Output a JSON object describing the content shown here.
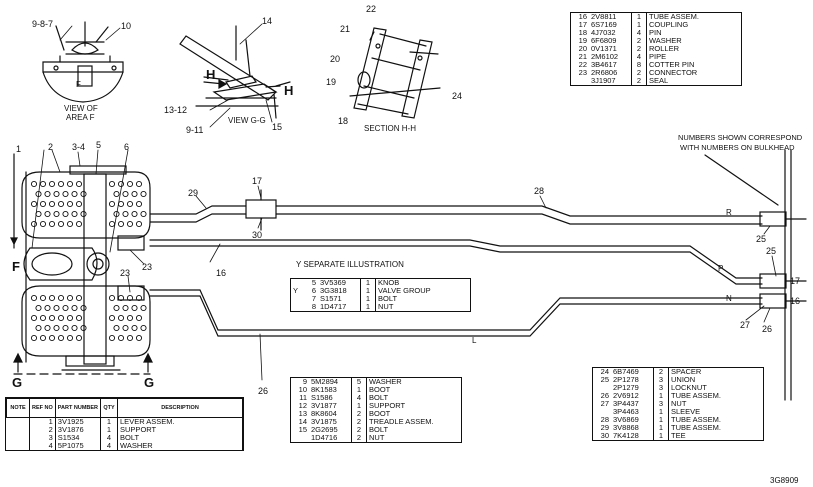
{
  "callouts": {
    "c987": "9-8-7",
    "c10": "10",
    "c14": "14",
    "c22": "22",
    "c21": "21",
    "c20": "20",
    "c19": "19",
    "c18": "18",
    "c24": "24",
    "c1312": "13-12",
    "c911": "9-11",
    "c15": "15",
    "c1": "1",
    "c2": "2",
    "c34": "3-4",
    "c5": "5",
    "c6": "6",
    "c29": "29",
    "c17a": "17",
    "c30": "30",
    "c28": "28",
    "c16a": "16",
    "c23a": "23",
    "c23b": "23",
    "c26": "26",
    "c25a": "25",
    "c25b": "25",
    "c17b": "17",
    "c16b": "16",
    "c27": "27",
    "c26b": "26"
  },
  "view_labels": {
    "view_of": "VIEW OF",
    "area_f": "AREA F",
    "view_gg": "VIEW G-G",
    "section_hh": "SECTION H-H",
    "h_left": "H",
    "h_right": "H",
    "f_letter": "F",
    "f_small": "F",
    "g_left": "G",
    "g_right": "G"
  },
  "line_letters": {
    "r": "R",
    "p": "P",
    "n": "N",
    "l": "L"
  },
  "note_bulkhead": {
    "line1": "NUMBERS SHOWN CORRESPOND",
    "line2": "WITH NUMBERS ON BULKHEAD"
  },
  "separate_illustration": "Y   SEPARATE ILLUSTRATION",
  "drawing_number": "3G8909",
  "main_table": {
    "headers": {
      "note": "NOTE",
      "ref": "REF NO",
      "part": "PART NUMBER",
      "qty": "QTY",
      "desc": "DESCRIPTION"
    },
    "rows": [
      {
        "note": "",
        "ref": "1",
        "part": "3V1925",
        "qty": "1",
        "desc": "LEVER ASSEM."
      },
      {
        "note": "",
        "ref": "2",
        "part": "3V1876",
        "qty": "1",
        "desc": "SUPPORT"
      },
      {
        "note": "",
        "ref": "3",
        "part": "S1534",
        "qty": "4",
        "desc": "BOLT"
      },
      {
        "note": "",
        "ref": "4",
        "part": "5P1075",
        "qty": "4",
        "desc": "WASHER"
      }
    ]
  },
  "y_table": {
    "rows": [
      {
        "note": "",
        "ref": "5",
        "part": "3V5369",
        "qty": "1",
        "desc": "KNOB"
      },
      {
        "note": "Y",
        "ref": "6",
        "part": "3G3818",
        "qty": "1",
        "desc": "VALVE GROUP"
      },
      {
        "note": "",
        "ref": "7",
        "part": "S1571",
        "qty": "1",
        "desc": "BOLT"
      },
      {
        "note": "",
        "ref": "8",
        "part": "1D4717",
        "qty": "1",
        "desc": "NUT"
      }
    ]
  },
  "mid_table": {
    "rows": [
      {
        "ref": "9",
        "part": "5M2894",
        "qty": "5",
        "desc": "WASHER"
      },
      {
        "ref": "10",
        "part": "8K1583",
        "qty": "1",
        "desc": "BOOT"
      },
      {
        "ref": "11",
        "part": "S1586",
        "qty": "4",
        "desc": "BOLT"
      },
      {
        "ref": "12",
        "part": "3V1877",
        "qty": "1",
        "desc": "SUPPORT"
      },
      {
        "ref": "13",
        "part": "8K8604",
        "qty": "2",
        "desc": "BOOT"
      },
      {
        "ref": "14",
        "part": "3V1875",
        "qty": "2",
        "desc": "TREADLE ASSEM."
      },
      {
        "ref": "15",
        "part": "2G2695",
        "qty": "2",
        "desc": "BOLT"
      },
      {
        "ref": "",
        "part": "1D4716",
        "qty": "2",
        "desc": "NUT"
      }
    ]
  },
  "top_right_table": {
    "rows": [
      {
        "ref": "16",
        "part": "2V8811",
        "qty": "1",
        "desc": "TUBE ASSEM."
      },
      {
        "ref": "17",
        "part": "6S7169",
        "qty": "1",
        "desc": "COUPLING"
      },
      {
        "ref": "18",
        "part": "4J7032",
        "qty": "4",
        "desc": "PIN"
      },
      {
        "ref": "19",
        "part": "6F6809",
        "qty": "2",
        "desc": "WASHER"
      },
      {
        "ref": "20",
        "part": "0V1371",
        "qty": "2",
        "desc": "ROLLER"
      },
      {
        "ref": "21",
        "part": "2M6102",
        "qty": "4",
        "desc": "PIPE"
      },
      {
        "ref": "22",
        "part": "3B4617",
        "qty": "8",
        "desc": "COTTER PIN"
      },
      {
        "ref": "23",
        "part": "2R6806",
        "qty": "2",
        "desc": "CONNECTOR"
      },
      {
        "ref": "",
        "part": "3J1907",
        "qty": "2",
        "desc": "SEAL"
      }
    ]
  },
  "bottom_right_table": {
    "rows": [
      {
        "ref": "24",
        "part": "6B7469",
        "qty": "2",
        "desc": "SPACER"
      },
      {
        "ref": "25",
        "part": "2P1278",
        "qty": "3",
        "desc": "UNION"
      },
      {
        "ref": "",
        "part": "2P1279",
        "qty": "3",
        "desc": "LOCKNUT"
      },
      {
        "ref": "26",
        "part": "2V6912",
        "qty": "1",
        "desc": "TUBE ASSEM."
      },
      {
        "ref": "27",
        "part": "3P4437",
        "qty": "3",
        "desc": "NUT"
      },
      {
        "ref": "",
        "part": "3P4463",
        "qty": "1",
        "desc": "SLEEVE"
      },
      {
        "ref": "28",
        "part": "3V6869",
        "qty": "1",
        "desc": "TUBE ASSEM."
      },
      {
        "ref": "29",
        "part": "3V8868",
        "qty": "1",
        "desc": "TUBE ASSEM."
      },
      {
        "ref": "30",
        "part": "7K4128",
        "qty": "1",
        "desc": "TEE"
      }
    ]
  }
}
